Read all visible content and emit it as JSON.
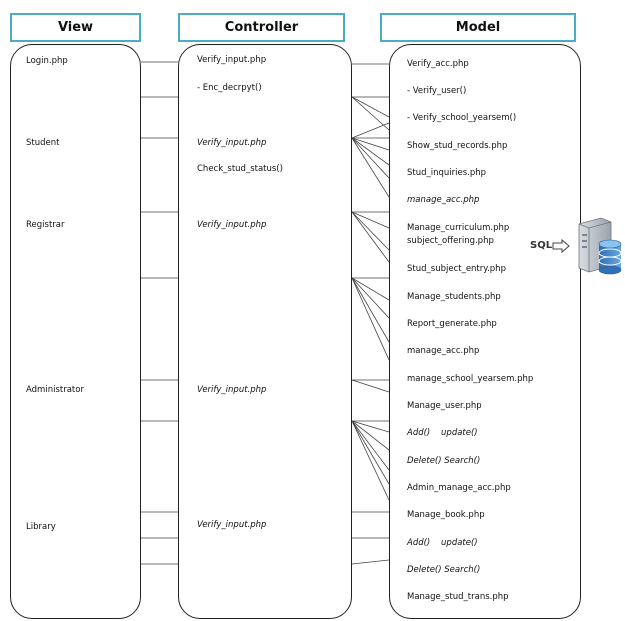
{
  "headers": {
    "view": "View",
    "controller": "Controller",
    "model": "Model"
  },
  "view": {
    "login": "Login.php",
    "student": "Student",
    "registrar": "Registrar",
    "administrator": "Administrator",
    "library": "Library"
  },
  "controller": {
    "verify_input": "Verify_input.php",
    "enc_decrypt": "- Enc_decrpyt()",
    "student_verify": "Verify_input.php",
    "check_stud_status": "Check_stud_status()",
    "registrar_verify": "Verify_input.php",
    "admin_verify": "Verify_input.php",
    "library_verify": "Verify_input.php"
  },
  "model": {
    "items": [
      "Verify_acc.php",
      "- Verify_user()",
      "- Verify_school_yearsem()",
      "Show_stud_records.php",
      "Stud_inquiries.php",
      "manage_acc.php",
      "Manage_curriculum.php",
      "subject_offering.php",
      "Stud_subject_entry.php",
      "Manage_students.php",
      "Report_generate.php",
      "manage_acc.php",
      "manage_school_yearsem.php",
      "Manage_user.php",
      "Add()    update()",
      "Delete() Search()",
      "Admin_manage_acc.php",
      "Manage_book.php",
      "Add()    update()",
      "Delete() Search()",
      "Manage_stud_trans.php"
    ]
  },
  "database": {
    "label": "SQL"
  }
}
